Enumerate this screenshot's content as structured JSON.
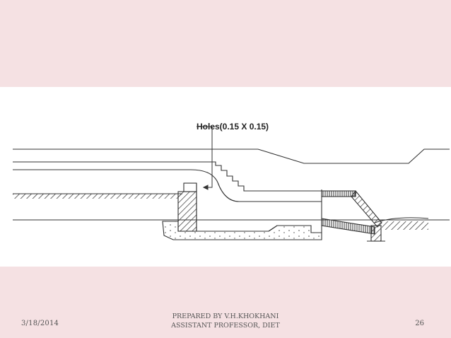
{
  "diagram": {
    "annotation": "Holes(0.15 X 0.15)"
  },
  "footer": {
    "date": "3/18/2014",
    "prepared_by": "PREPARED BY V.H.KHOKHANI",
    "designation": "ASSISTANT PROFESSOR, DIET",
    "page_number": "26"
  },
  "colors": {
    "slide_background": "#f5e1e3",
    "diagram_background": "#ffffff",
    "line": "#333333"
  }
}
